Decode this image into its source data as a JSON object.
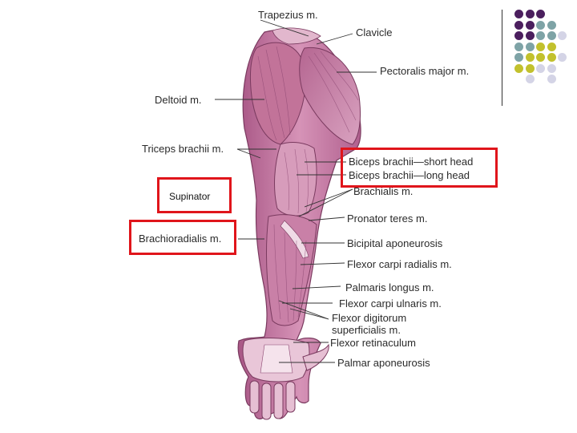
{
  "labels": {
    "trapezius": "Trapezius m.",
    "clavicle": "Clavicle",
    "pectoralis_major": "Pectoralis major m.",
    "deltoid": "Deltoid m.",
    "triceps_brachii": "Triceps brachii m.",
    "biceps_short_head": "Biceps brachii—short head",
    "biceps_long_head": "Biceps brachii—long head",
    "brachialis": "Brachialis m.",
    "pronator_teres": "Pronator teres m.",
    "brachioradialis": "Brachioradialis m.",
    "bicipital_aponeurosis": "Bicipital aponeurosis",
    "flexor_carpi_radialis": "Flexor carpi radialis m.",
    "palmaris_longus": "Palmaris longus m.",
    "flexor_carpi_ulnaris": "Flexor carpi ulnaris m.",
    "flexor_digitorum_line1": "Flexor digitorum",
    "flexor_digitorum_line2": "superficialis m.",
    "flexor_retinaculum": "Flexor retinaculum",
    "palmar_aponeurosis": "Palmar aponeurosis"
  },
  "annotation": {
    "supinator": "Supinator"
  },
  "colors": {
    "highlight_box": "#e0151b",
    "muscle": "#c77fa5",
    "muscle_dark": "#9e4f7a",
    "muscle_light": "#e9c6d8",
    "dot_purple": "#4b1f5e",
    "dot_teal": "#7ea3a6",
    "dot_olive": "#c2c12d",
    "dot_lavender": "#d4d4e6"
  },
  "dot_grid": [
    [
      "dot_purple",
      "dot_purple",
      "dot_purple",
      "",
      ""
    ],
    [
      "dot_purple",
      "dot_purple",
      "dot_teal",
      "dot_teal",
      ""
    ],
    [
      "dot_purple",
      "dot_purple",
      "dot_teal",
      "dot_teal",
      "dot_lavender"
    ],
    [
      "dot_teal",
      "dot_teal",
      "dot_olive",
      "dot_olive",
      ""
    ],
    [
      "dot_teal",
      "dot_olive",
      "dot_olive",
      "dot_olive",
      "dot_lavender"
    ],
    [
      "dot_olive",
      "dot_olive",
      "dot_lavender",
      "dot_lavender",
      ""
    ],
    [
      "",
      "dot_lavender",
      "",
      "dot_lavender",
      ""
    ]
  ]
}
